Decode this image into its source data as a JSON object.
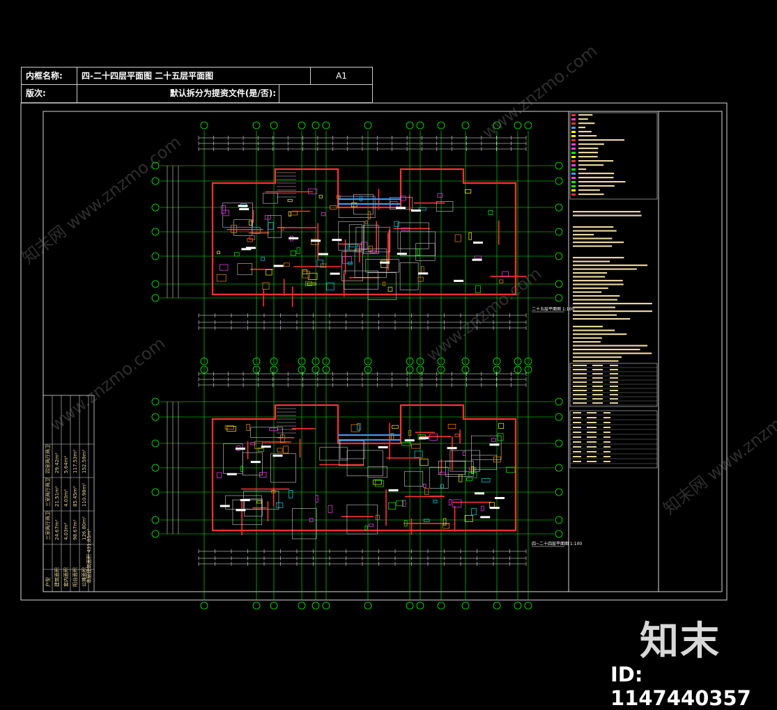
{
  "title_block": {
    "name_label": "内框名称:",
    "name_value": "四-二十四层平面图   二十五层平面图",
    "sheet_size": "A1",
    "version_label": "版次:",
    "split_label": "默认拆分为提资文件(是/否):"
  },
  "drawing_sheets": [
    {
      "caption": "二十五层平面图 1:100"
    },
    {
      "caption": "四~二十四层平面图 1:100"
    }
  ],
  "area_table": {
    "headers": [
      "户型",
      "建筑面积",
      "套内面积",
      "阳台面积",
      "公摊面积"
    ],
    "rows": [
      [
        "三室两厅两卫",
        "24.67m²",
        "4.03m²",
        "98.67m²",
        "126.80m²"
      ],
      [
        "三室两厅两卫",
        "21.51m²",
        "4.03m²",
        "85.45m²",
        "110.98m²"
      ],
      [
        "四室两厅两卫",
        "29.42m²",
        "5.64m²",
        "117.53m²",
        "152.59m²"
      ]
    ],
    "total_label": "本层建筑面积",
    "total_value": "431.85m²"
  },
  "watermarks": [
    "知末网 www.znzmo.com",
    "www.znzmo.com",
    "知末网 www.znzmo.com"
  ],
  "brand": "知末",
  "id_text": "ID: 1147440357",
  "colors": {
    "background": "#000000",
    "grid": "#00ff00",
    "walls": "#ff3030",
    "dims": "#ffffff",
    "notes": "#e8d49a",
    "furniture": "#ff40ff",
    "frame": "#d8d8d8"
  }
}
